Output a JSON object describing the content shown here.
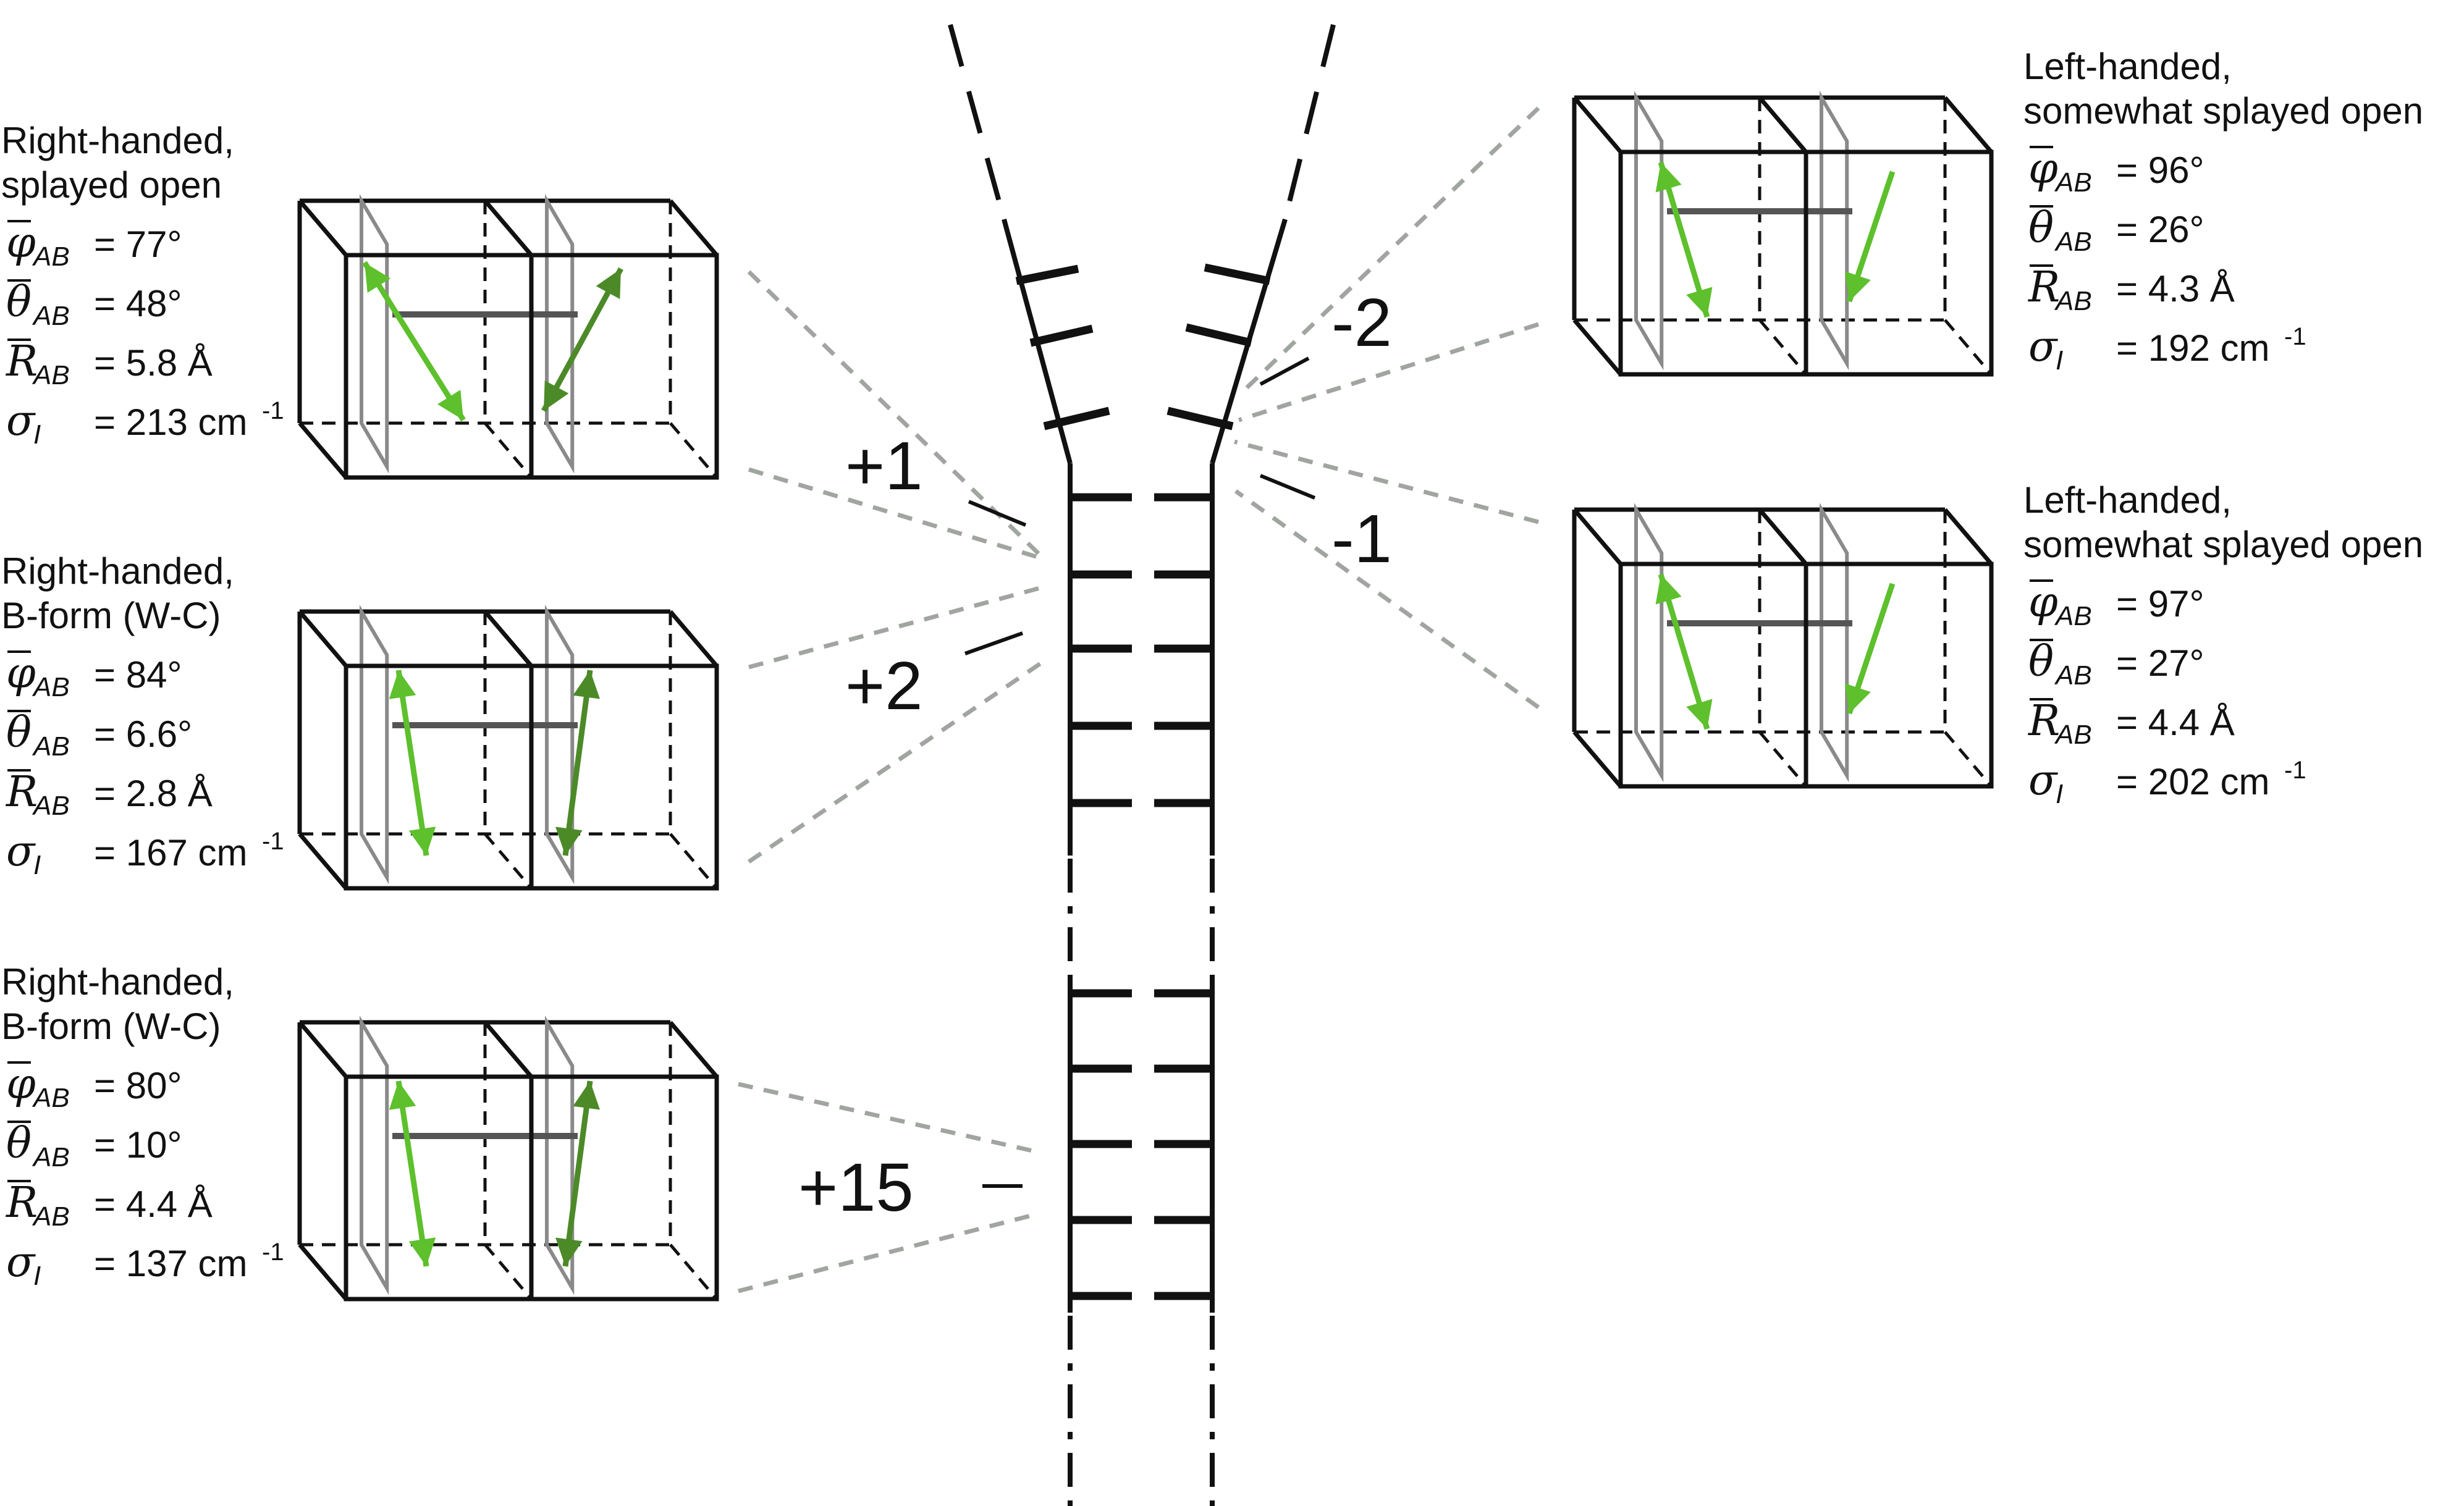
{
  "panels": [
    {
      "id": "p1",
      "lines": [
        "Right-handed,",
        "splayed open"
      ],
      "phi": "= 77°",
      "theta": "= 48°",
      "r": "= 5.8 Å",
      "sigma_value": "= 213 cm",
      "sigma_exp": "-1",
      "stick_color": "#5dc02c",
      "stick_color_b": "#4c8a28"
    },
    {
      "id": "p2",
      "lines": [
        "Right-handed,",
        "B-form (W-C)"
      ],
      "phi": "= 84°",
      "theta": "= 6.6°",
      "r": "= 2.8 Å",
      "sigma_value": "= 167 cm",
      "sigma_exp": "-1",
      "stick_color": "#5dc02c",
      "stick_color_b": "#4c8a28"
    },
    {
      "id": "p3",
      "lines": [
        "Right-handed,",
        "B-form (W-C)"
      ],
      "phi": "= 80°",
      "theta": "= 10°",
      "r": "= 4.4 Å",
      "sigma_value": "= 137 cm",
      "sigma_exp": "-1",
      "stick_color": "#5dc02c",
      "stick_color_b": "#4c8a28"
    },
    {
      "id": "p4",
      "lines": [
        "Left-handed,",
        "somewhat splayed open"
      ],
      "phi": "= 96°",
      "theta": "= 26°",
      "r": "= 4.3 Å",
      "sigma_value": "= 192 cm",
      "sigma_exp": "-1",
      "stick_color": "#5dc02c",
      "stick_color_b": "#5dc02c"
    },
    {
      "id": "p5",
      "lines": [
        "Left-handed,",
        "somewhat splayed open"
      ],
      "phi": "= 97°",
      "theta": "= 27°",
      "r": "= 4.4 Å",
      "sigma_value": "= 202 cm",
      "sigma_exp": "-1",
      "stick_color": "#5dc02c",
      "stick_color_b": "#5dc02c"
    }
  ],
  "symbols": {
    "phi": "φ",
    "theta": "θ",
    "r": "R",
    "sigma": "σ",
    "sub_ab": "AB",
    "sub_i": "I"
  },
  "positions": {
    "plus1": "+1",
    "plus2": "+2",
    "plus15": "+15",
    "minus1": "-1",
    "minus2": "-2"
  },
  "colors": {
    "guide": "#a0a5a0",
    "frame": "#111111",
    "plane": "#8a8a8a",
    "bond": "#555555"
  }
}
